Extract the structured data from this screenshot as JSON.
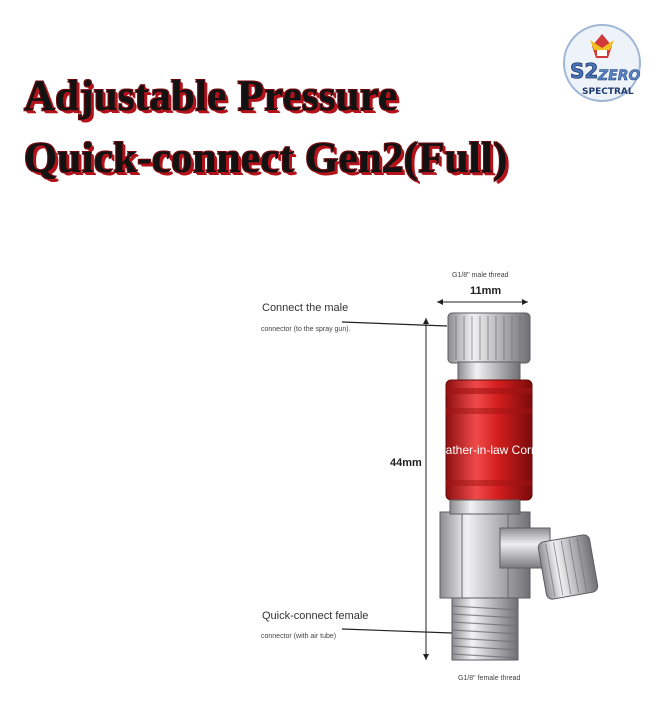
{
  "title": {
    "line1": "Adjustable Pressure",
    "line2": "Quick-connect Gen2(Full)"
  },
  "logo": {
    "text_main": "S2 ZERO",
    "text_sub": "SPECTRAL",
    "icon": "robot-head-logo"
  },
  "diagram": {
    "top_thread_label": "G1/8\" male thread",
    "width_label": "11mm",
    "connect_male_label": "Connect the male",
    "connect_male_sub": "connector (to the spray gun).",
    "height_label": "44mm",
    "quick_connect_label": "Quick-connect female",
    "quick_connect_sub": "connector (with air tube)",
    "bottom_thread_label": "G1/8\" female thread",
    "watermark": "Father-in-law Corn",
    "colors": {
      "sleeve": "#d41e1e",
      "metal": "#c9c9cc",
      "line": "#222222"
    }
  }
}
